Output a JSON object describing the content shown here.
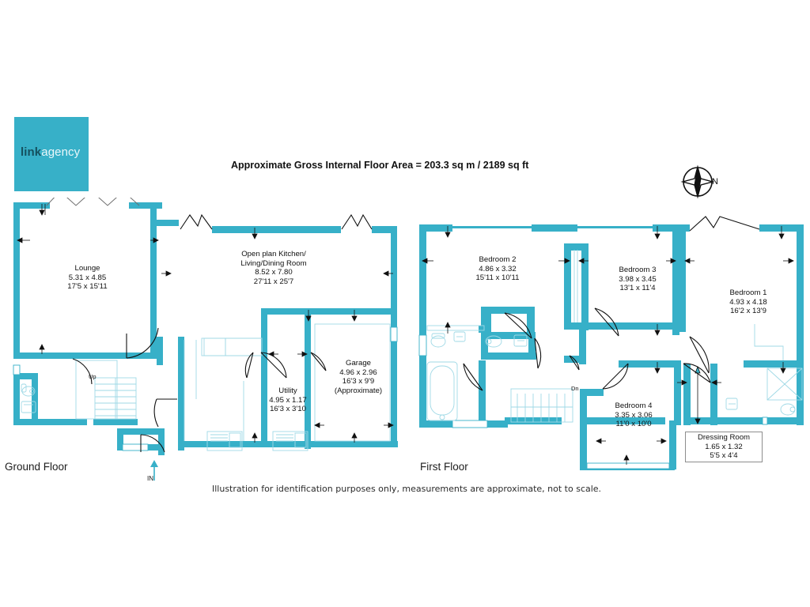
{
  "brand": {
    "logo_text_part1": "link",
    "logo_text_part2": "agency",
    "logo_bg": "#37b0c8"
  },
  "header": {
    "title": "Approximate Gross Internal Floor Area =  203.3 sq m / 2189 sq ft"
  },
  "compass": {
    "label": "N",
    "icon": "compass-rose-icon"
  },
  "floors": [
    {
      "id": "ground",
      "label": "Ground Floor"
    },
    {
      "id": "first",
      "label": "First Floor"
    }
  ],
  "ground_floor": {
    "label": "Ground Floor",
    "rooms": [
      {
        "name": "Lounge",
        "metric": "5.31 x 4.85",
        "imperial": "17'5 x 15'11",
        "note": ""
      },
      {
        "name": "Open plan Kitchen/",
        "name2": "Living/Dining Room",
        "metric": "8.52 x 7.80",
        "imperial": "27'11 x 25'7",
        "note": ""
      },
      {
        "name": "Garage",
        "metric": "4.96 x 2.96",
        "imperial": "16'3 x 9'9",
        "note": "(Approximate)"
      },
      {
        "name": "Utility",
        "metric": "4.95 x 1.17",
        "imperial": "16'3 x 3'10",
        "note": ""
      }
    ],
    "markers": [
      {
        "name": "stairs-up-marker",
        "text": "Up"
      },
      {
        "name": "entrance-marker",
        "text": "IN"
      }
    ]
  },
  "first_floor": {
    "label": "First Floor",
    "rooms": [
      {
        "name": "Bedroom 2",
        "metric": "4.86 x 3.32",
        "imperial": "15'11 x 10'11",
        "note": ""
      },
      {
        "name": "Bedroom 3",
        "metric": "3.98 x 3.45",
        "imperial": "13'1 x 11'4",
        "note": ""
      },
      {
        "name": "Bedroom 1",
        "metric": "4.93 x 4.18",
        "imperial": "16'2 x 13'9",
        "note": ""
      },
      {
        "name": "Bedroom 4",
        "metric": "3.35 x 3.06",
        "imperial": "11'0 x 10'0",
        "note": ""
      },
      {
        "name": "Dressing Room",
        "metric": "1.65 x 1.32",
        "imperial": "5'5 x 4'4",
        "note": ""
      }
    ],
    "markers": [
      {
        "name": "stairs-down-marker",
        "text": "Dn"
      }
    ]
  },
  "footer": {
    "disclaimer": "Illustration for identification purposes only, measurements are approximate, not to scale."
  },
  "colors": {
    "wall": "#37b0c8",
    "text": "#111111",
    "background": "#ffffff"
  }
}
